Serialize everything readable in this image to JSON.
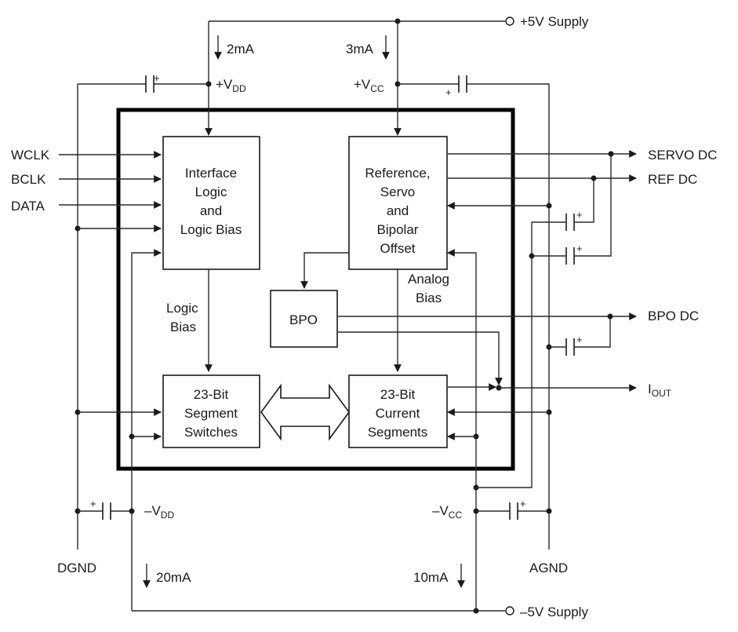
{
  "supplies": {
    "pos": "+5V Supply",
    "neg": "–5V Supply"
  },
  "rails": {
    "vdd_pos_sign": "+V",
    "vdd_pos_sub": "DD",
    "vcc_pos_sign": "+V",
    "vcc_pos_sub": "CC",
    "vdd_neg_sign": "–V",
    "vdd_neg_sub": "DD",
    "vcc_neg_sign": "–V",
    "vcc_neg_sub": "CC"
  },
  "currents": {
    "vdd_pos": "2mA",
    "vcc_pos": "3mA",
    "vdd_neg": "20mA",
    "vcc_neg": "10mA"
  },
  "inputs": [
    "WCLK",
    "BCLK",
    "DATA"
  ],
  "outputs": {
    "servo": "SERVO DC",
    "ref": "REF DC",
    "bpo": "BPO DC",
    "iout_main": "I",
    "iout_sub": "OUT"
  },
  "grounds": {
    "digital": "DGND",
    "analog": "AGND"
  },
  "blocks": {
    "interface": [
      "Interface",
      "Logic",
      "and",
      "Logic Bias"
    ],
    "reference": [
      "Reference,",
      "Servo",
      "and",
      "Bipolar",
      "Offset"
    ],
    "bpo": "BPO",
    "switches": [
      "23-Bit",
      "Segment",
      "Switches"
    ],
    "segments": [
      "23-Bit",
      "Current",
      "Segments"
    ]
  },
  "annotations": {
    "logic_bias": [
      "Logic",
      "Bias"
    ],
    "analog_bias": [
      "Analog",
      "Bias"
    ]
  },
  "capacitor_polarity": "+"
}
